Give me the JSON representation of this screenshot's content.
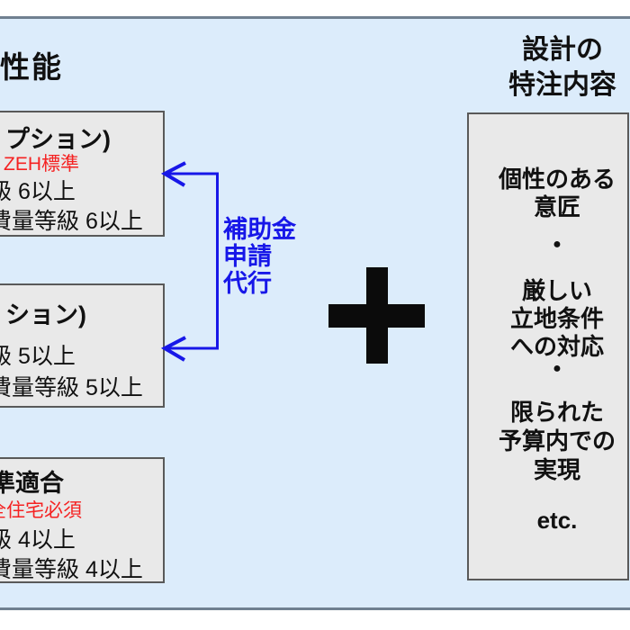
{
  "headings": {
    "left_partial": "性能",
    "right_line1": "設計の",
    "right_line2": "特注内容"
  },
  "boxes": {
    "top": {
      "title_partial": "プション)",
      "note_red": "ZEH標準",
      "line1": "級 6以上",
      "line2": "費量等級 6以上"
    },
    "middle": {
      "title_partial": "ション)",
      "line1": "級 5以上",
      "line2": "費量等級 5以上"
    },
    "bottom": {
      "title_partial": "準適合",
      "note_red": "全住宅必須",
      "line1": "級 4以上",
      "line2": "費量等級 4以上"
    }
  },
  "bracket_label": {
    "line1": "補助金",
    "line2": "申請",
    "line3": "代行"
  },
  "right_panel": {
    "items": [
      "個性のある",
      "意匠",
      "●",
      "厳しい",
      "立地条件",
      "への対応",
      "●",
      "限られた",
      "予算内での",
      "実現",
      "etc."
    ]
  },
  "colors": {
    "background_blue": "#dcecfb",
    "box_fill": "#e9e9e9",
    "box_border": "#595959",
    "frame_border": "#708090",
    "accent_blue": "#1717e8",
    "alert_red": "#f52222",
    "text_black": "#111111",
    "plus_black": "#0b0b0b"
  }
}
